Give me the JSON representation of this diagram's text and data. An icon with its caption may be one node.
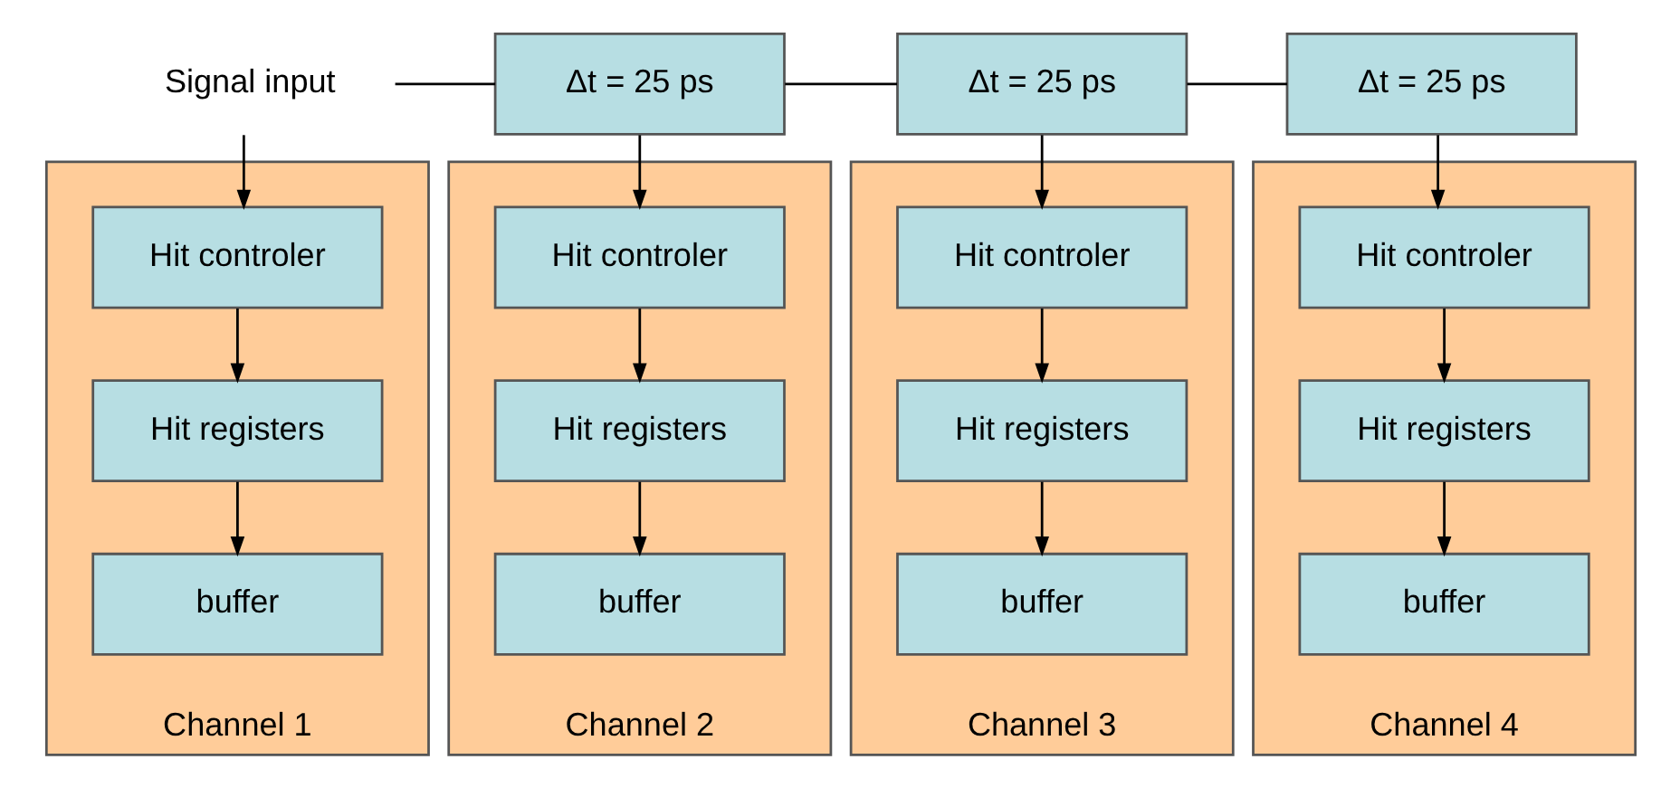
{
  "diagram": {
    "nodes": [
      {
        "text": [
          "Signal input"
        ]
      },
      {
        "text": [
          "Δt = 25 ps"
        ]
      },
      {
        "text": [
          "Δt = 25 ps"
        ]
      },
      {
        "text": [
          "Δt = 25 ps"
        ]
      },
      {
        "text": [
          "Channel 1"
        ]
      },
      {
        "text": [
          "Hit controler"
        ],
        "in": 4
      },
      {
        "text": [
          "Hit registers"
        ],
        "in": 4
      },
      {
        "text": [
          "buffer"
        ],
        "in": 4
      },
      {
        "text": [
          "Channel 2"
        ]
      },
      {
        "text": [
          "Hit controler"
        ],
        "in": 8
      },
      {
        "text": [
          "Hit registers"
        ],
        "in": 8
      },
      {
        "text": [
          "buffer"
        ],
        "in": 8
      },
      {
        "text": [
          "Channel 3"
        ]
      },
      {
        "text": [
          "Hit controler"
        ],
        "in": 12
      },
      {
        "text": [
          "Hit registers"
        ],
        "in": 12
      },
      {
        "text": [
          "buffer"
        ],
        "in": 12
      },
      {
        "text": [
          "Channel 4"
        ]
      },
      {
        "text": [
          "Hit controler"
        ],
        "in": 16
      },
      {
        "text": [
          "Hit registers"
        ],
        "in": 16
      },
      {
        "text": [
          "buffer"
        ],
        "in": 16
      }
    ],
    "edges": [
      {
        "from": 0,
        "to": 1,
        "arrow": "none"
      },
      {
        "from": 1,
        "to": 2,
        "arrow": "none"
      },
      {
        "from": 2,
        "to": 3,
        "arrow": "none"
      },
      {
        "from": 0,
        "to": 5,
        "arrow": "to"
      },
      {
        "from": 5,
        "to": 6,
        "arrow": "to"
      },
      {
        "from": 6,
        "to": 7,
        "arrow": "to"
      },
      {
        "from": 1,
        "to": 9,
        "arrow": "to"
      },
      {
        "from": 9,
        "to": 10,
        "arrow": "to"
      },
      {
        "from": 10,
        "to": 11,
        "arrow": "to"
      },
      {
        "from": 2,
        "to": 13,
        "arrow": "to"
      },
      {
        "from": 13,
        "to": 14,
        "arrow": "to"
      },
      {
        "from": 14,
        "to": 15,
        "arrow": "to"
      },
      {
        "from": 3,
        "to": 17,
        "arrow": "to"
      },
      {
        "from": 17,
        "to": 18,
        "arrow": "to"
      },
      {
        "from": 18,
        "to": 19,
        "arrow": "to"
      }
    ]
  }
}
